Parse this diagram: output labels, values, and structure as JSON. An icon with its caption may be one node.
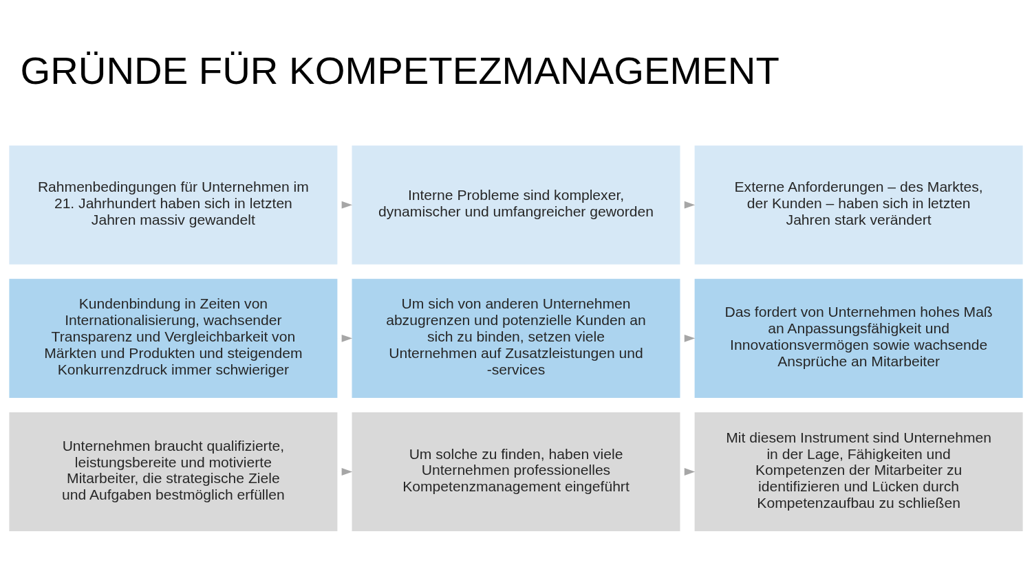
{
  "diagram": {
    "title": "GRÜNDE FÜR KOMPETEZMANAGEMENT",
    "nodes": [
      {
        "text": [
          "Rahmenbedingungen für Unternehmen im 21. Jahrhundert haben sich in letzten Jahren massiv gewandelt"
        ]
      },
      {
        "text": [
          "Interne Probleme sind komplexer, dynamischer und umfangreicher geworden"
        ]
      },
      {
        "text": [
          "Externe Anforderungen – des Marktes, der Kunden – haben sich in letzten Jahren stark verändert"
        ]
      },
      {
        "text": [
          "Kundenbindung in Zeiten von Internationalisierung, wachsender Transparenz und Vergleichbarkeit von Märkten und Produkten und steigendem Konkurrenzdruck immer schwieriger"
        ]
      },
      {
        "text": [
          "Um sich von anderen Unternehmen abzugrenzen und potenzielle Kunden an sich zu binden, setzen viele Unternehmen auf Zusatzleistungen und -services"
        ]
      },
      {
        "text": [
          "Das fordert von Unternehmen hohes Maß an Anpassungsfähigkeit und Innovationsvermögen sowie wachsende Ansprüche an Mitarbeiter"
        ]
      },
      {
        "text": [
          "Unternehmen braucht qualifizierte, leistungsbereite und motivierte Mitarbeiter, die strategische Ziele und Aufgaben bestmöglich erfüllen"
        ]
      },
      {
        "text": [
          "Um solche zu finden, haben viele Unternehmen professionelles Kompetenzmanagement eingeführt"
        ]
      },
      {
        "text": [
          "Mit diesem Instrument sind Unternehmen in der Lage, Fähigkeiten und Kompetenzen der Mitarbeiter zu identifizieren und Lücken durch Kompetenzaufbau zu schließen"
        ]
      }
    ],
    "edges": [
      {
        "from": 0,
        "to": 1,
        "arrow": "to"
      },
      {
        "from": 1,
        "to": 2,
        "arrow": "to"
      },
      {
        "from": 3,
        "to": 4,
        "arrow": "to"
      },
      {
        "from": 4,
        "to": 5,
        "arrow": "to"
      },
      {
        "from": 6,
        "to": 7,
        "arrow": "to"
      },
      {
        "from": 7,
        "to": 8,
        "arrow": "to"
      }
    ]
  }
}
